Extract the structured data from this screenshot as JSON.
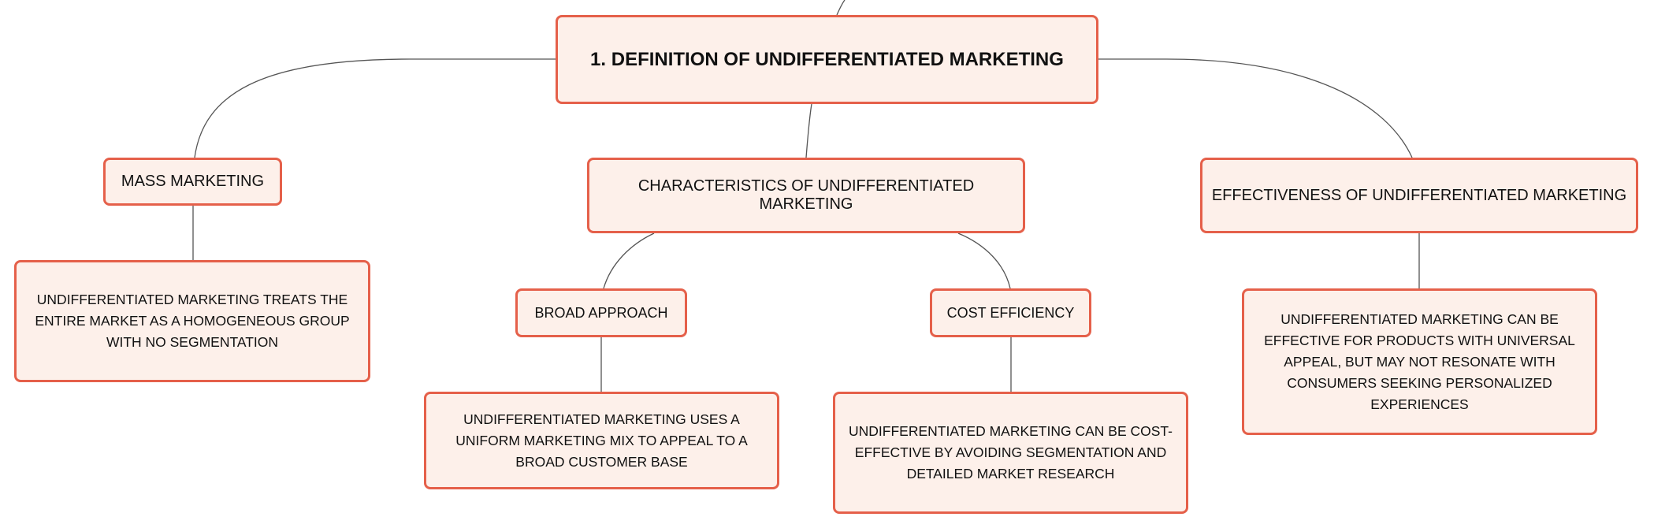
{
  "mindmap": {
    "root": {
      "label": "1. DEFINITION OF UNDIFFERENTIATED MARKETING"
    },
    "branches": [
      {
        "label": "MASS MARKETING",
        "detail": "UNDIFFERENTIATED MARKETING TREATS THE ENTIRE MARKET AS A HOMOGENEOUS GROUP WITH NO SEGMENTATION"
      },
      {
        "label": "CHARACTERISTICS OF UNDIFFERENTIATED MARKETING",
        "children": [
          {
            "label": "BROAD APPROACH",
            "detail": "UNDIFFERENTIATED MARKETING USES A UNIFORM MARKETING MIX TO APPEAL TO A BROAD CUSTOMER BASE"
          },
          {
            "label": "COST EFFICIENCY",
            "detail": "UNDIFFERENTIATED MARKETING CAN BE COST-EFFECTIVE BY AVOIDING SEGMENTATION AND DETAILED MARKET RESEARCH"
          }
        ]
      },
      {
        "label": "EFFECTIVENESS OF UNDIFFERENTIATED MARKETING",
        "detail": "UNDIFFERENTIATED MARKETING CAN BE EFFECTIVE FOR PRODUCTS WITH UNIVERSAL APPEAL, BUT MAY NOT RESONATE WITH CONSUMERS SEEKING PERSONALIZED EXPERIENCES"
      }
    ]
  },
  "colors": {
    "node_border": "#e5604a",
    "node_fill": "#fdf0ea",
    "connector": "#555555",
    "text": "#111111"
  }
}
